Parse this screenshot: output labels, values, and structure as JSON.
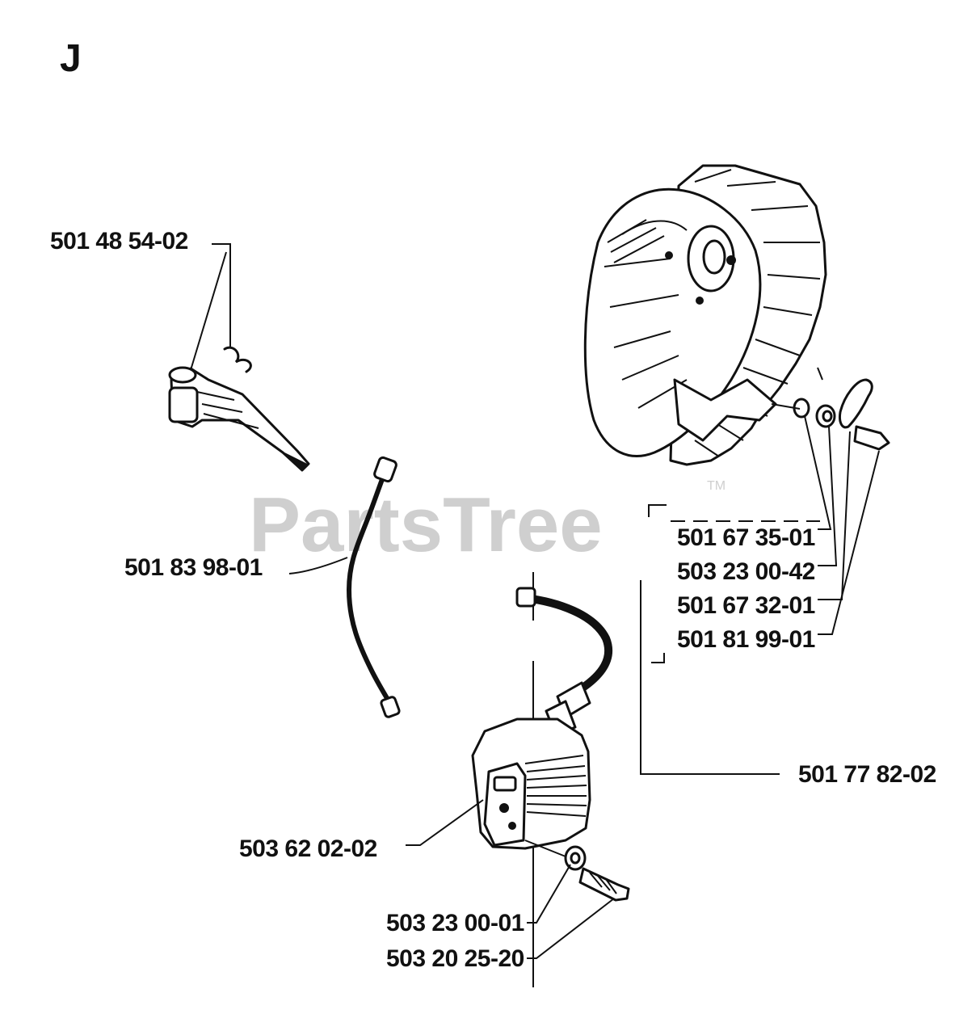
{
  "section_letter": "J",
  "watermark": {
    "text": "PartsTree",
    "tm": "TM"
  },
  "part_numbers": {
    "spark_plug_cap": "501 48 54-02",
    "ignition_lead": "501 83 98-01",
    "flywheel_washer": "501 67 35-01",
    "flywheel_nut": "503 23 00-42",
    "flywheel_washer_2": "501 67 32-01",
    "starter_pawl": "501 81 99-01",
    "flywheel_kit": "501 77 82-02",
    "ignition_module": "503 62 02-02",
    "module_washer": "503 23 00-01",
    "module_screw": "503 20 25-20"
  }
}
